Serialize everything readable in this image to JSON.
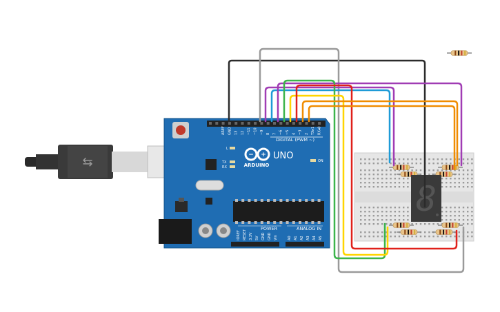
{
  "board": {
    "brand": "ARDUINO",
    "model": "UNO",
    "digital_header_label": "DIGITAL (PWM ~)",
    "power_label": "POWER",
    "analog_label": "ANALOG IN",
    "led_labels": {
      "l": "L",
      "tx": "TX",
      "rx": "RX",
      "on": "ON"
    },
    "digital_pins": [
      "AREF",
      "GND",
      "13",
      "12",
      "~11",
      "~10",
      "~9",
      "8",
      "7",
      "~6",
      "~5",
      "4",
      "~3",
      "2",
      "TX▸1",
      "RX◂0"
    ],
    "power_pins": [
      "IOREF",
      "RESET",
      "3.3V",
      "5V",
      "GND",
      "GND",
      "Vin"
    ],
    "analog_pins": [
      "A0",
      "A1",
      "A2",
      "A3",
      "A4",
      "A5"
    ]
  },
  "display": {
    "digit": "8"
  },
  "wire_colors": {
    "black": "#2b2b2b",
    "gray": "#9a9a9a",
    "red": "#e0201a",
    "green": "#3cb44b",
    "yellow": "#ffd500",
    "purple": "#a03cb4",
    "blue": "#1e9bd7",
    "orange": "#f08c00"
  }
}
